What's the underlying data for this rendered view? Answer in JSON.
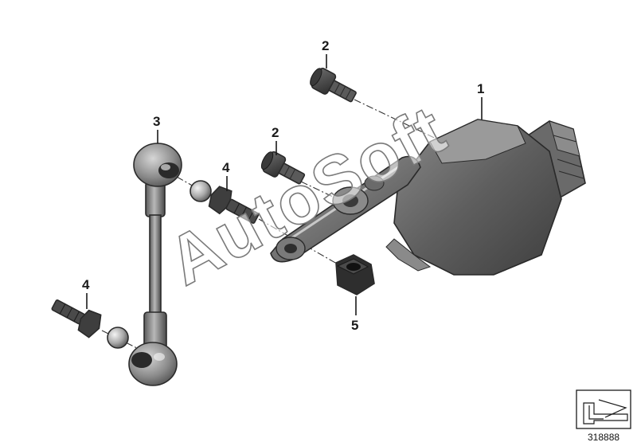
{
  "diagram": {
    "callouts": [
      {
        "id": "c1",
        "label": "1"
      },
      {
        "id": "c2a",
        "label": "2"
      },
      {
        "id": "c2b",
        "label": "2"
      },
      {
        "id": "c3",
        "label": "3"
      },
      {
        "id": "c4a",
        "label": "4"
      },
      {
        "id": "c4b",
        "label": "4"
      },
      {
        "id": "c5",
        "label": "5"
      }
    ],
    "watermark": "AutoSoft",
    "diagram_number": "318888",
    "colors": {
      "part_dark": "#4a4a4a",
      "part_mid": "#6e6e6e",
      "part_light": "#9a9a9a",
      "metal_light": "#d8d8d8",
      "line": "#1a1a1a"
    },
    "icons": {
      "nav": "arrow-corner-icon"
    }
  }
}
